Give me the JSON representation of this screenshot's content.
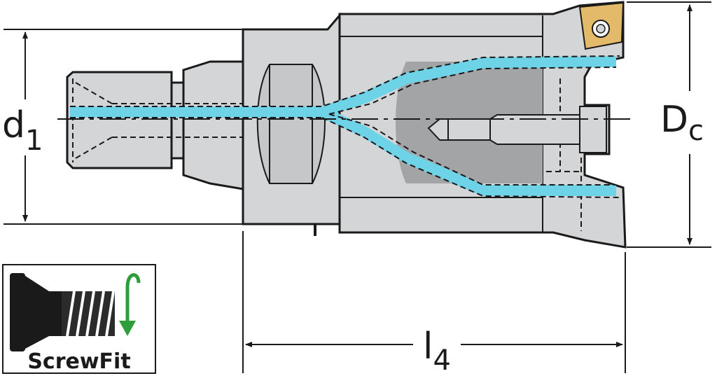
{
  "dimensions": {
    "d1": {
      "main": "d",
      "sub": "1"
    },
    "dc": {
      "main": "D",
      "sub": "c"
    },
    "l4": {
      "main": "l",
      "sub": "4"
    }
  },
  "badge": {
    "label": "ScrewFit"
  },
  "colors": {
    "body": "#d4d5d7",
    "body_dark": "#a3a4a6",
    "outline": "#1a1a1a",
    "coolant": "#6fd3e8",
    "insert": "#e2ba6a",
    "arrow_green": "#2f9e3a"
  },
  "icons": [
    "dimension-arrow-icon",
    "rotate-arrow-icon",
    "screw-thread-icon"
  ]
}
